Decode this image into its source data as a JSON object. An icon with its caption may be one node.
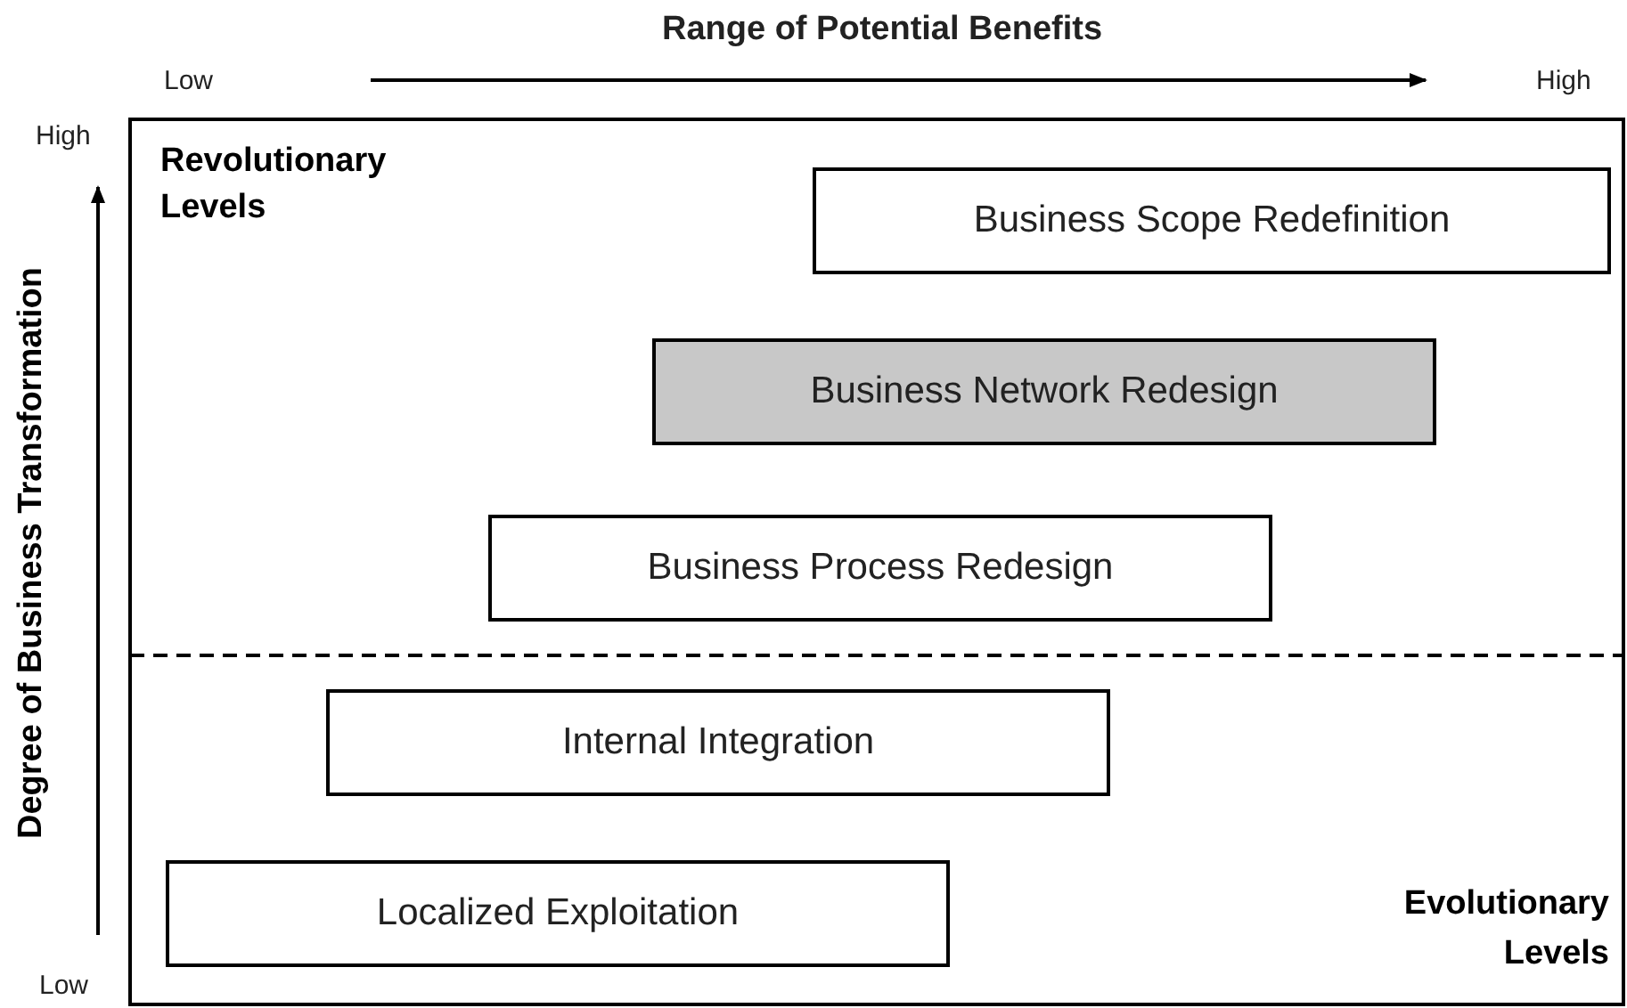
{
  "diagram": {
    "title": "Range of Potential Benefits",
    "nodes": [
      {
        "text": [
          "Business Scope Redefinition"
        ]
      },
      {
        "text": [
          "Business Network Redesign"
        ]
      },
      {
        "text": [
          "Business Process Redesign"
        ]
      },
      {
        "text": [
          "Internal Integration"
        ]
      },
      {
        "text": [
          "Localized Exploitation"
        ]
      }
    ],
    "labels": [
      "Low",
      "High",
      "High",
      "Revolutionary Levels",
      "Degree of Business Transformation",
      "Evolutionary Levels",
      "Low"
    ]
  }
}
